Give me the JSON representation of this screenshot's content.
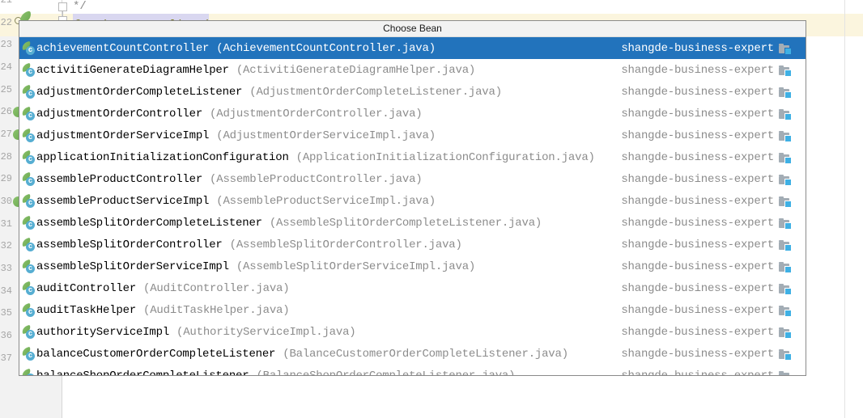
{
  "popup": {
    "title": "Choose Bean",
    "selected_index": 0,
    "rows": [
      {
        "name": "achievementCountController",
        "file": "(AchievementCountController.java)",
        "module": "shangde-business-expert"
      },
      {
        "name": "activitiGenerateDiagramHelper",
        "file": "(ActivitiGenerateDiagramHelper.java)",
        "module": "shangde-business-expert"
      },
      {
        "name": "adjustmentOrderCompleteListener",
        "file": "(AdjustmentOrderCompleteListener.java)",
        "module": "shangde-business-expert"
      },
      {
        "name": "adjustmentOrderController",
        "file": "(AdjustmentOrderController.java)",
        "module": "shangde-business-expert"
      },
      {
        "name": "adjustmentOrderServiceImpl",
        "file": "(AdjustmentOrderServiceImpl.java)",
        "module": "shangde-business-expert"
      },
      {
        "name": "applicationInitializationConfiguration",
        "file": "(ApplicationInitializationConfiguration.java)",
        "module": "shangde-business-expert"
      },
      {
        "name": "assembleProductController",
        "file": "(AssembleProductController.java)",
        "module": "shangde-business-expert"
      },
      {
        "name": "assembleProductServiceImpl",
        "file": "(AssembleProductServiceImpl.java)",
        "module": "shangde-business-expert"
      },
      {
        "name": "assembleSplitOrderCompleteListener",
        "file": "(AssembleSplitOrderCompleteListener.java)",
        "module": "shangde-business-expert"
      },
      {
        "name": "assembleSplitOrderController",
        "file": "(AssembleSplitOrderController.java)",
        "module": "shangde-business-expert"
      },
      {
        "name": "assembleSplitOrderServiceImpl",
        "file": "(AssembleSplitOrderServiceImpl.java)",
        "module": "shangde-business-expert"
      },
      {
        "name": "auditController",
        "file": "(AuditController.java)",
        "module": "shangde-business-expert"
      },
      {
        "name": "auditTaskHelper",
        "file": "(AuditTaskHelper.java)",
        "module": "shangde-business-expert"
      },
      {
        "name": "authorityServiceImpl",
        "file": "(AuthorityServiceImpl.java)",
        "module": "shangde-business-expert"
      },
      {
        "name": "balanceCustomerOrderCompleteListener",
        "file": "(BalanceCustomerOrderCompleteListener.java)",
        "module": "shangde-business-expert"
      },
      {
        "name": "balanceShopOrderCompleteListener",
        "file": "(BalanceShopOrderCompleteListener.java)",
        "module": "shangde-business-expert"
      }
    ]
  },
  "editor": {
    "line_numbers": [
      21,
      22,
      23,
      24,
      25,
      26,
      27,
      28,
      29,
      30,
      31,
      32,
      33,
      34,
      35,
      36,
      37
    ],
    "code": {
      "comment_end": "*/",
      "annotation": "@SpringBootApplication"
    },
    "gutter_bean_marker_lines": [
      26,
      27,
      30
    ]
  },
  "icons": {
    "bean_row_icon": "spring-bean-class-icon",
    "module_icon": "module-icon",
    "gutter_icon": "spring-leaf-icon",
    "fold_marker": "code-fold-box-icon"
  },
  "colors": {
    "selection_blue": "#2273BC",
    "leaf_green": "#7AB55E",
    "class_circle_blue": "#56AED2",
    "module_square_blue": "#3FB0E4",
    "current_line_cream": "#FBF5DE",
    "identifier_lavender": "#D9D7F0",
    "annotation_olive": "#7F7F1E"
  }
}
